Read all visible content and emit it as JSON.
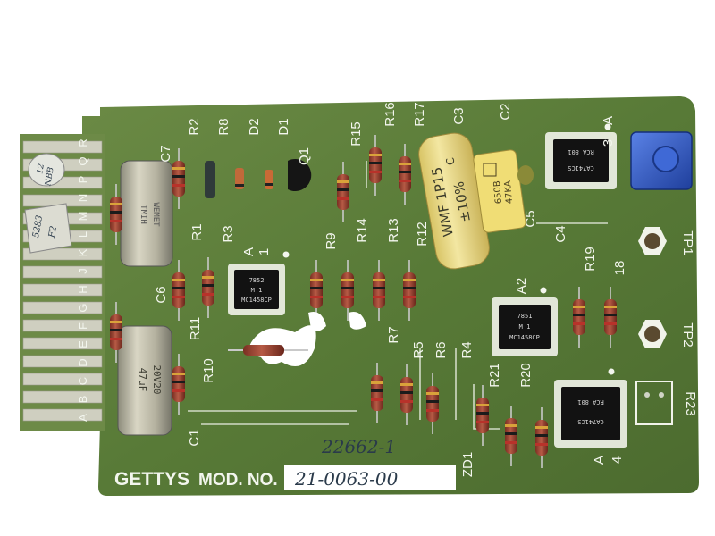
{
  "board": {
    "maker": "GETTYS",
    "model_prefix": "MOD. NO.",
    "model_number": "21-0063-00",
    "handwritten_serial": "22662-1",
    "edge_letters": "R Q P N M L K J H G F E D C B A"
  },
  "labels": {
    "r2": "R2",
    "r8": "R8",
    "d2": "D2",
    "d1": "D1",
    "q1": "Q1",
    "r15": "R15",
    "r16": "R16",
    "r17": "R17",
    "c3": "C3",
    "c2": "C2",
    "c7": "C7",
    "a3": "A",
    "a3n": "3",
    "c5": "C5",
    "c4": "C4",
    "tp1": "TP1",
    "r1": "R1",
    "r3": "R3",
    "r9": "R9",
    "r14": "R14",
    "r13": "R13",
    "r12": "R12",
    "a1": "A",
    "a1n": "1",
    "r19": "R19",
    "r18": "18",
    "c6": "C6",
    "a2": "A2",
    "tp2": "TP2",
    "r11": "R11",
    "r10": "R10",
    "r7": "R7",
    "r5": "R5",
    "r6": "R6",
    "r4": "R4",
    "r21": "R21",
    "r20": "R20",
    "r23": "R23",
    "c1": "C1",
    "a4": "A",
    "a4n": "4",
    "zd1": "ZD1"
  },
  "chips": {
    "a1": {
      "line1": "MC1458CP",
      "line2": "7852",
      "line3": "M 1"
    },
    "a2": {
      "line1": "MC1458CP",
      "line2": "7851",
      "line3": "M 1"
    },
    "a3": {
      "line1": "RCA 801",
      "line2": "CA741CS"
    },
    "a4": {
      "line1": "RCA 801",
      "line2": "CA741CS"
    }
  },
  "capacitors": {
    "c3": {
      "line1": "WMF 1P15",
      "line2": "C",
      "line3": "±10%"
    },
    "c2": {
      "line1": "650B",
      "line2": "47KA"
    },
    "can_top": {
      "line1": "TMIH",
      "line2": "WEMET"
    },
    "can_bottom": {
      "line1": "47uF",
      "line2": "20V20"
    }
  },
  "stickers": {
    "sticker1": {
      "line1": "12",
      "line2": "NBB"
    },
    "sticker2": {
      "line1": "5283",
      "line2": "F2"
    }
  },
  "colors": {
    "board": "#5a7a3a",
    "board_dark": "#3f5a2a",
    "silkscreen": "#f3f6ee",
    "gold_finger": "#cfcfc0",
    "trim_pot": "#2f58c4"
  }
}
